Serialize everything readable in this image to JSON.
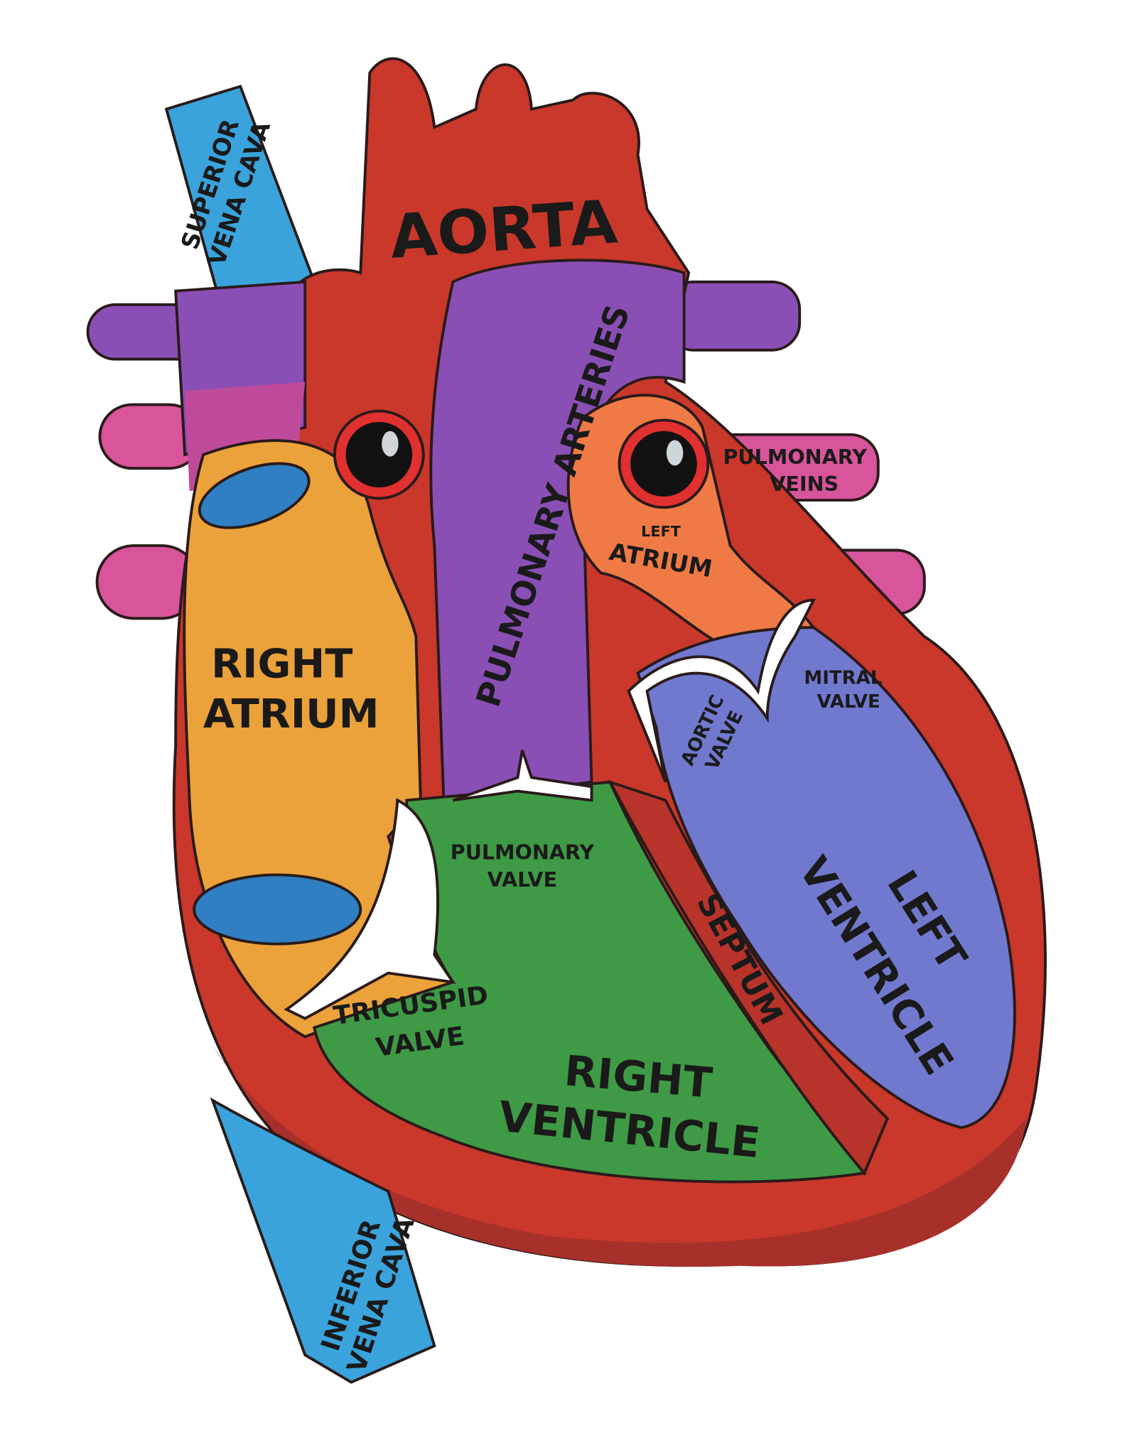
{
  "labels": {
    "aorta": "AORTA",
    "superior_vena_cava_1": "SUPERIOR",
    "superior_vena_cava_2": "VENA CAVA",
    "pulmonary_arteries": "PULMONARY ARTERIES",
    "pulmonary_veins_1": "PULMONARY",
    "pulmonary_veins_2": "VEINS",
    "left_atrium_1": "LEFT",
    "left_atrium_2": "ATRIUM",
    "right_atrium_1": "RIGHT",
    "right_atrium_2": "ATRIUM",
    "aortic_valve_1": "AORTIC",
    "aortic_valve_2": "VALVE",
    "mitral_valve_1": "MITRAL",
    "mitral_valve_2": "VALVE",
    "pulmonary_valve_1": "PULMONARY",
    "pulmonary_valve_2": "VALVE",
    "tricuspid_valve_1": "TRICUSPID",
    "tricuspid_valve_2": "VALVE",
    "septum": "SEPTUM",
    "left_ventricle_1": "LEFT",
    "left_ventricle_2": "VENTRICLE",
    "right_ventricle_1": "RIGHT",
    "right_ventricle_2": "VENTRICLE",
    "inferior_vena_cava_1": "INFERIOR",
    "inferior_vena_cava_2": "VENA CAVA"
  },
  "colors": {
    "body_red": "#c9382b",
    "dark_red": "#a8302a",
    "vena_blue": "#3aa3dc",
    "purple": "#8a4fb5",
    "pink": "#d9559b",
    "orange_atrium": "#eca23a",
    "left_atrium": "#f07a45",
    "green": "#3f9a45",
    "lv_blue": "#7179cf"
  }
}
